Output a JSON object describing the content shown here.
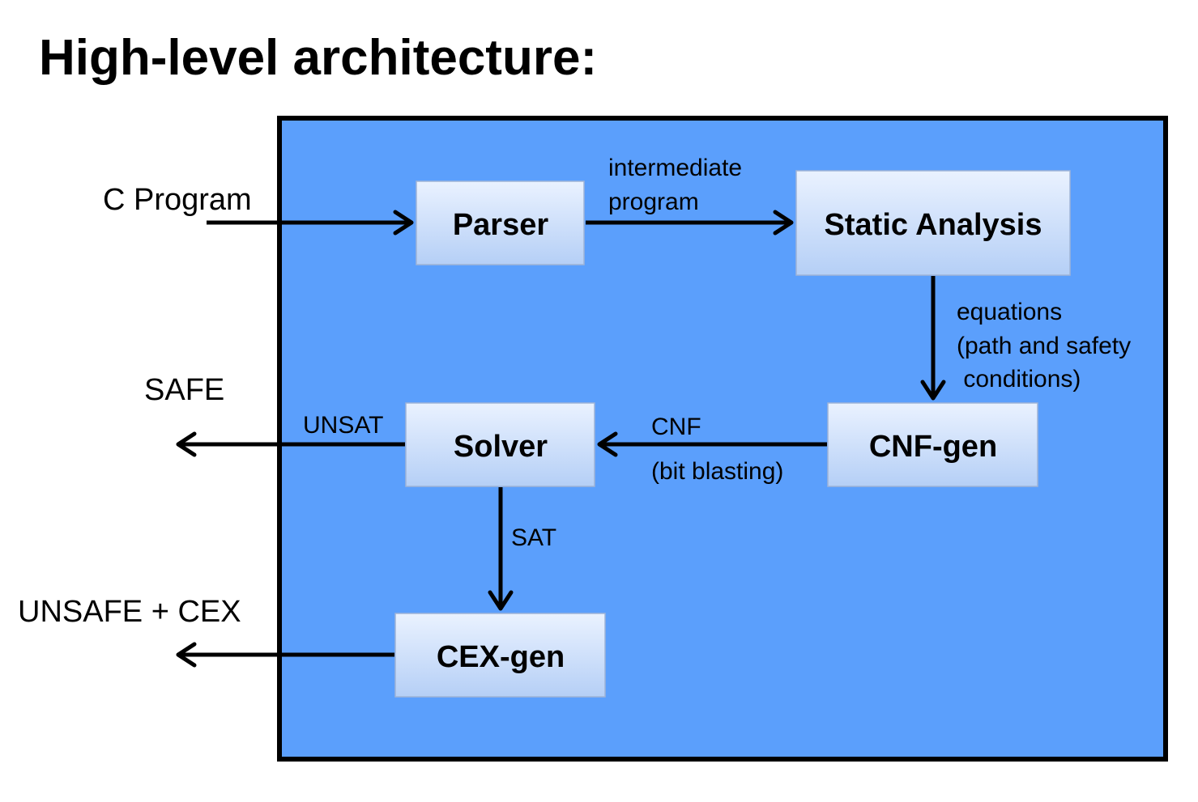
{
  "title": "High-level architecture:",
  "colors": {
    "container_fill": "#5b9ffc",
    "container_border": "#000000",
    "box_gradient_top": "#eaf2ff",
    "box_gradient_bottom": "#b5cff6"
  },
  "nodes": {
    "parser": "Parser",
    "static_analysis": "Static Analysis",
    "cnf_gen": "CNF-gen",
    "solver": "Solver",
    "cex_gen": "CEX-gen"
  },
  "edges": {
    "intermediate_line1": "intermediate",
    "intermediate_line2": "program",
    "equations_line1": "equations",
    "equations_line2": "(path and safety",
    "equations_line3": " conditions)",
    "cnf": "CNF",
    "bit_blasting": "(bit blasting)",
    "unsat": "UNSAT",
    "sat": "SAT"
  },
  "io": {
    "input": "C Program",
    "safe": "SAFE",
    "unsafe": "UNSAFE + CEX"
  }
}
